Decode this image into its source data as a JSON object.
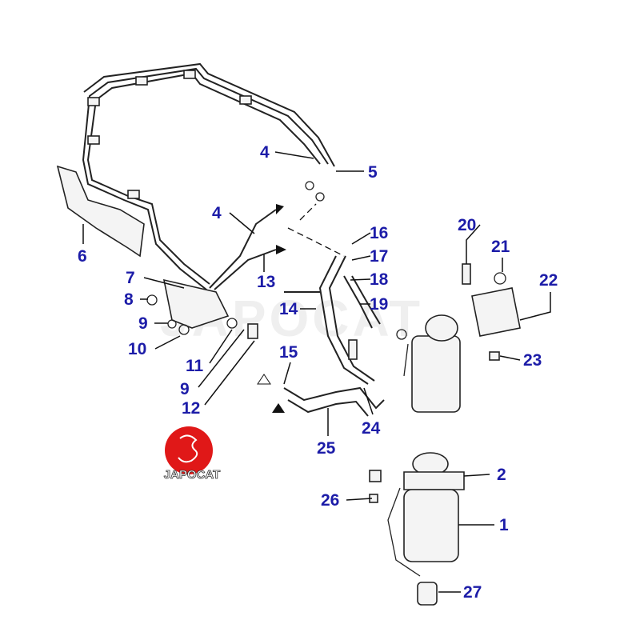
{
  "diagram": {
    "callouts": {
      "c4a": "4",
      "c5": "5",
      "c4b": "4",
      "c6": "6",
      "c16": "16",
      "c17": "17",
      "c18": "18",
      "c19": "19",
      "c14": "14",
      "c13": "13",
      "c7": "7",
      "c8": "8",
      "c9a": "9",
      "c10": "10",
      "c11": "11",
      "c9b": "9",
      "c12": "12",
      "c15": "15",
      "c20": "20",
      "c21": "21",
      "c22": "22",
      "c23": "23",
      "c24": "24",
      "c25": "25",
      "c2": "2",
      "c26": "26",
      "c1": "1",
      "c27": "27"
    },
    "watermark": "JAPOCAT",
    "logo_text": "JAPOCAT",
    "label_color": "#1c1ca8",
    "logo_color": "#e01818"
  }
}
